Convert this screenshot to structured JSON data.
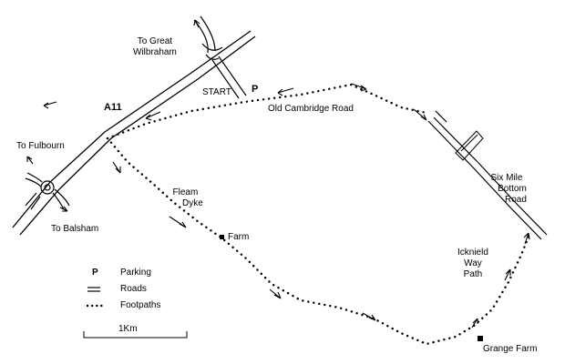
{
  "map": {
    "labels": {
      "to_great_wilbraham": "To Great Wilbraham",
      "to_great_wilbraham_line1": "To Great",
      "to_great_wilbraham_line2": "Wilbraham",
      "start": "START",
      "parking_marker": "P",
      "a11": "A11",
      "old_cambridge_road": "Old Cambridge Road",
      "to_fulbourn": "To Fulbourn",
      "to_balsham": "To Balsham",
      "fleam_dyke_line1": "Fleam",
      "fleam_dyke_line2": "Dyke",
      "farm": "Farm",
      "six_mile_bottom_road_line1": "Six Mile",
      "six_mile_bottom_road_line2": "Bottom",
      "six_mile_bottom_road_line3": "Road",
      "icknield_way_path_line1": "Icknield",
      "icknield_way_path_line2": "Way",
      "icknield_way_path_line3": "Path",
      "grange_farm": "Grange Farm"
    },
    "legend": {
      "parking_symbol": "P",
      "parking_label": "Parking",
      "roads_label": "Roads",
      "footpaths_label": "Footpaths"
    },
    "scale": {
      "label": "1Km"
    },
    "colors": {
      "ink": "#000000",
      "background": "#ffffff"
    }
  }
}
